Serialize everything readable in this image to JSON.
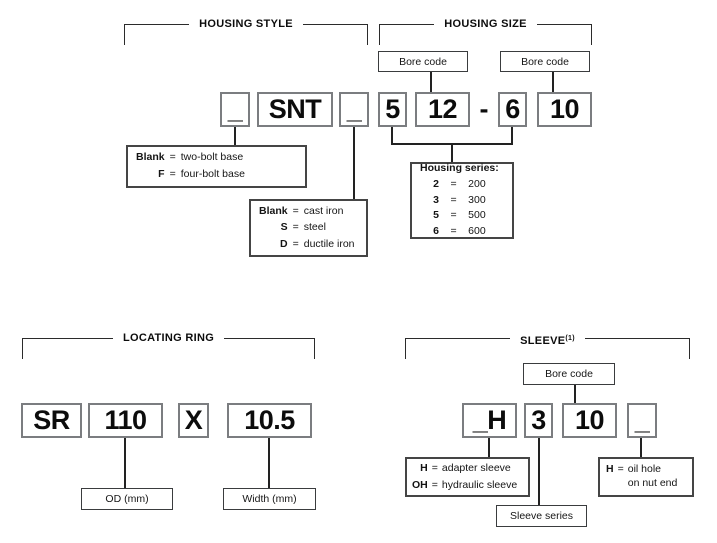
{
  "sections": {
    "housing_style": {
      "header": "HOUSING STYLE",
      "codes": {
        "base_prefix": "_",
        "model": "SNT",
        "material": "_"
      },
      "base_legend": {
        "rows": [
          {
            "key": "Blank",
            "eq": "=",
            "value": "two-bolt base"
          },
          {
            "key": "F",
            "eq": "=",
            "value": "four-bolt base"
          }
        ]
      },
      "material_legend": {
        "rows": [
          {
            "key": "Blank",
            "eq": "=",
            "value": "cast iron"
          },
          {
            "key": "S",
            "eq": "=",
            "value": "steel"
          },
          {
            "key": "D",
            "eq": "=",
            "value": "ductile iron"
          }
        ]
      }
    },
    "housing_size": {
      "header": "HOUSING SIZE",
      "bore_code_label_1": "Bore code",
      "bore_code_label_2": "Bore code",
      "codes": {
        "series_1": "5",
        "bore_1": "12",
        "dash": "-",
        "series_2": "6",
        "bore_2": "10"
      },
      "series_legend": {
        "title": "Housing series:",
        "rows": [
          {
            "key": "2",
            "eq": "=",
            "value": "200"
          },
          {
            "key": "3",
            "eq": "=",
            "value": "300"
          },
          {
            "key": "5",
            "eq": "=",
            "value": "500"
          },
          {
            "key": "6",
            "eq": "=",
            "value": "600"
          }
        ]
      }
    },
    "locating_ring": {
      "header": "LOCATING RING",
      "codes": {
        "prefix": "SR",
        "od": "110",
        "separator": "X",
        "width": "10.5"
      },
      "od_label": "OD (mm)",
      "width_label": "Width (mm)"
    },
    "sleeve": {
      "header": "SLEEVE",
      "header_sup": "(1)",
      "bore_code_label": "Bore code",
      "codes": {
        "type": "_H",
        "series": "3",
        "bore": "10",
        "oil_hole": "_"
      },
      "type_legend": {
        "rows": [
          {
            "key": "H",
            "eq": "=",
            "value": "adapter sleeve"
          },
          {
            "key": "OH",
            "eq": "=",
            "value": "hydraulic sleeve"
          }
        ]
      },
      "oil_hole_legend": {
        "rows": [
          {
            "key": "H",
            "eq": "=",
            "value": "oil hole\non nut end"
          }
        ]
      },
      "series_label": "Sleeve series"
    }
  },
  "colors": {
    "background": "#ffffff",
    "code_box_border": "#7b7d80",
    "label_box_border": "#3a3c3e",
    "legend_box_border": "#454545",
    "line": "#222222",
    "text": "#0c0c0c"
  }
}
